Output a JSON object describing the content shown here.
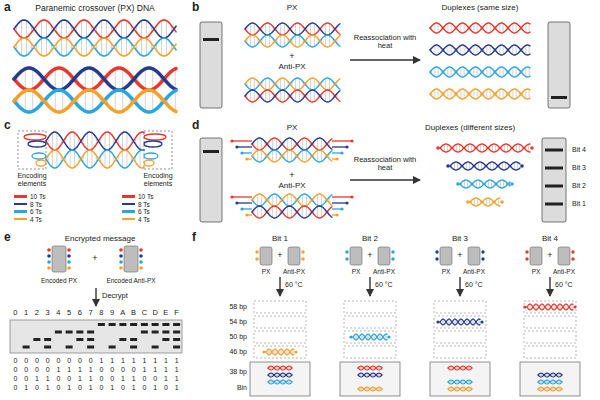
{
  "diagram": {
    "labels": [
      "a",
      "Paranemic crossover (PX) DNA",
      "b",
      "PX",
      "+",
      "Anti-PX",
      "Reassociation with heat",
      "Duplexes (same size)",
      "c",
      "Encoding elements",
      "Encoding elements",
      "d",
      "PX",
      "+",
      "Anti-PX",
      "Reassociation with heat",
      "Duplexes (different sizes)",
      "Bit 4",
      "Bit 3",
      "Bit 2",
      "Bit 1",
      "e",
      "Encrypted message",
      "Encoded PX",
      "+",
      "Encoded Anti-PX",
      "Decrypt",
      "0",
      "1",
      "2",
      "3",
      "4",
      "5",
      "6",
      "7",
      "8",
      "9",
      "A",
      "B",
      "C",
      "D",
      "E",
      "F",
      "0",
      "0",
      "0",
      "0",
      "0",
      "0",
      "0",
      "0",
      "1",
      "1",
      "1",
      "1",
      "1",
      "1",
      "1",
      "1",
      "0",
      "0",
      "0",
      "0",
      "1",
      "1",
      "1",
      "1",
      "0",
      "0",
      "0",
      "0",
      "1",
      "1",
      "1",
      "1",
      "0",
      "0",
      "1",
      "1",
      "0",
      "0",
      "1",
      "1",
      "0",
      "0",
      "1",
      "1",
      "0",
      "0",
      "1",
      "1",
      "0",
      "1",
      "0",
      "1",
      "0",
      "1",
      "0",
      "1",
      "0",
      "1",
      "0",
      "1",
      "0",
      "1",
      "0",
      "1",
      "f",
      "Bit 1",
      "PX",
      "+",
      "Anti-PX",
      "60 °C",
      "Bit 2",
      "PX",
      "+",
      "Anti-PX",
      "60 °C",
      "Bit 3",
      "PX",
      "+",
      "Anti-PX",
      "60 °C",
      "Bit 4",
      "PX",
      "+",
      "Anti-PX",
      "60 °C",
      "58 bp",
      "54 bp",
      "50 bp",
      "46 bp",
      "38 bp",
      "Bin"
    ],
    "legend": [
      {
        "text": "10 Ts",
        "color": "#e5392e"
      },
      {
        "text": "8 Ts",
        "color": "#263b8e"
      },
      {
        "text": "6 Ts",
        "color": "#2aa6de"
      },
      {
        "text": "4 Ts",
        "color": "#f4a12a"
      },
      {
        "text": "10 Ts",
        "color": "#e5392e"
      },
      {
        "text": "8 Ts",
        "color": "#263b8e"
      },
      {
        "text": "6 Ts",
        "color": "#2aa6de"
      },
      {
        "text": "4 Ts",
        "color": "#f4a12a"
      }
    ]
  }
}
